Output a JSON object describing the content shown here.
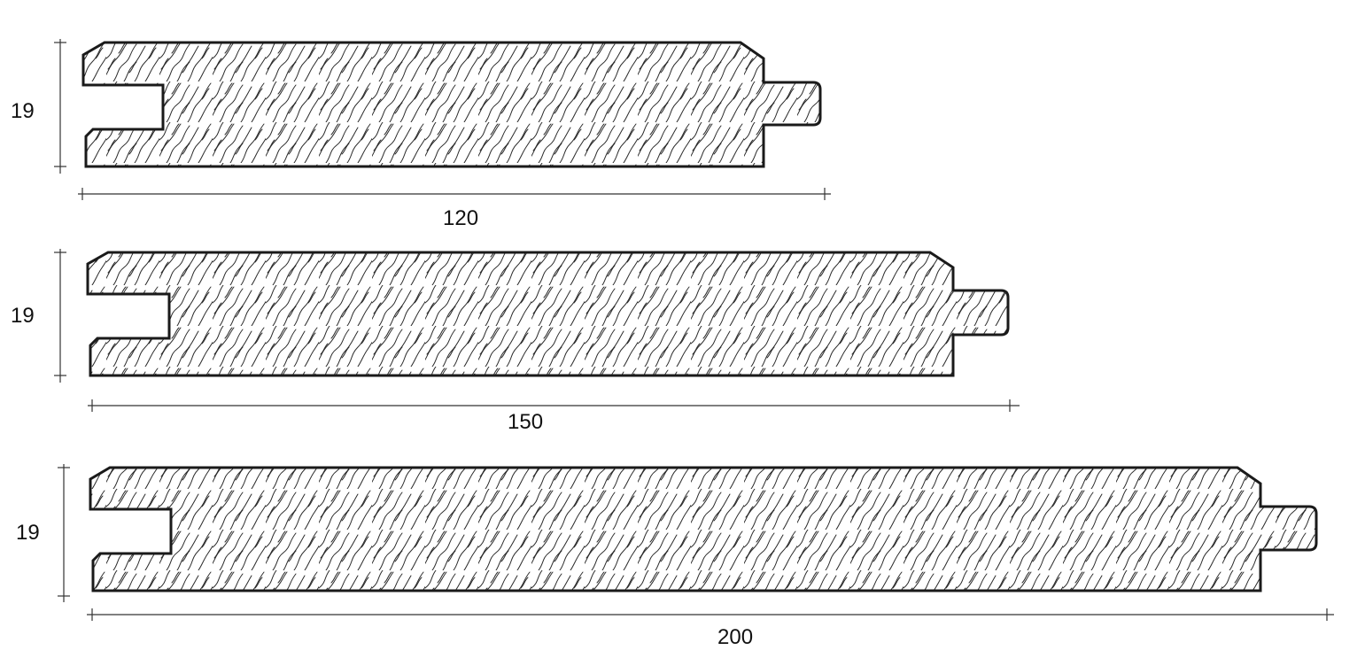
{
  "profiles": [
    {
      "width_label": "120",
      "thickness_label": "19"
    },
    {
      "width_label": "150",
      "thickness_label": "19"
    },
    {
      "width_label": "200",
      "thickness_label": "19"
    }
  ],
  "colors": {
    "outline": "#1a1a1a",
    "grain": "#2a2a2a",
    "background": "#ffffff"
  }
}
